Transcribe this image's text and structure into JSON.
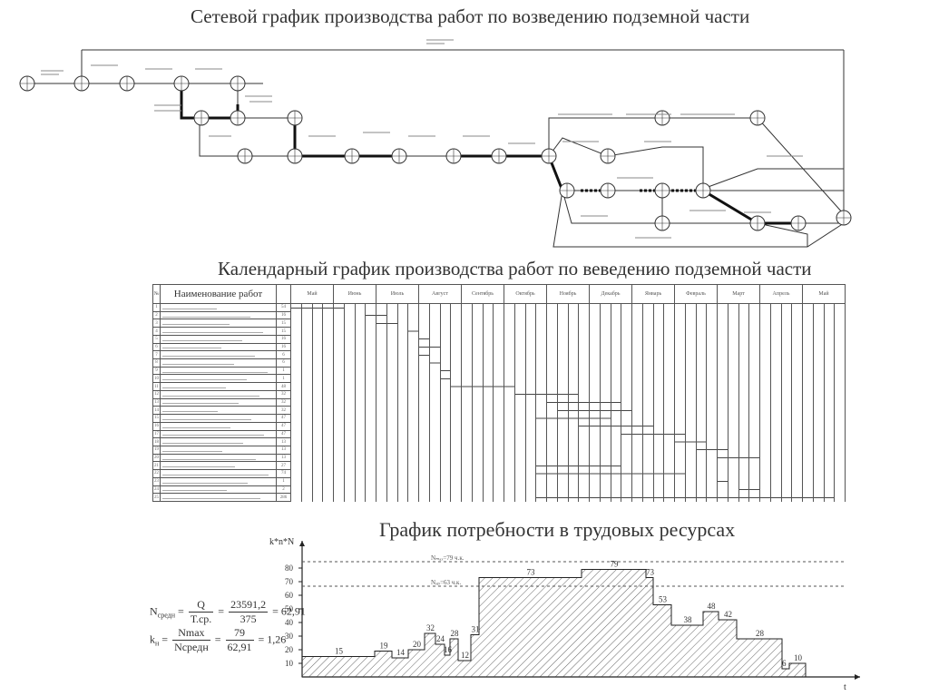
{
  "titles": {
    "network": "Сетевой график производства работ по возведению подземной части",
    "calendar": "Календарный график производства работ по веведению подземной части",
    "labor": "График  потребности в трудовых ресурсах"
  },
  "gantt": {
    "col_no": "№",
    "col_name": "Наименование работ",
    "months": [
      "Май",
      "Июнь",
      "Июль",
      "Август",
      "Сентябрь",
      "Октябрь",
      "Ноябрь",
      "Декабрь",
      "Январь",
      "Февраль",
      "Март",
      "Апрель",
      "Май"
    ],
    "durations": [
      "54",
      "16",
      "15",
      "15",
      "16",
      "16",
      "6",
      "6",
      "1",
      "1",
      "48",
      "32",
      "32",
      "32",
      "47",
      "47",
      "47",
      "13",
      "13",
      "13",
      "27",
      "74",
      "1",
      "2",
      "286"
    ]
  },
  "labor_chart": {
    "y_axis_title": "k*n*N",
    "y_ticks": [
      "10",
      "20",
      "30",
      "40",
      "50",
      "60",
      "70",
      "80"
    ],
    "ref_labels": [
      "Nₘₐₓ=79 ч.к.",
      "Nₒₚ=63 ч.к."
    ],
    "step_labels": [
      "15",
      "19",
      "14",
      "20",
      "32",
      "24",
      "16",
      "28",
      "12",
      "31",
      "73",
      "79",
      "73",
      "53",
      "38",
      "48",
      "42",
      "28",
      "6",
      "10"
    ],
    "x_end_label": "t"
  },
  "formulas": {
    "n_prefix": "N",
    "n_sub": "средн",
    "n_frac1_top": "Q",
    "n_frac1_bottom": "Т.ср.",
    "n_frac2_top": "23591,2",
    "n_frac2_bottom": "375",
    "n_result": "= 62,91",
    "k_prefix": "k",
    "k_sub": "н",
    "k_frac1_top": "Nmax",
    "k_frac1_bottom": "Nсредн",
    "k_frac2_top": "79",
    "k_frac2_bottom": "62,91",
    "k_result": "= 1,26"
  }
}
